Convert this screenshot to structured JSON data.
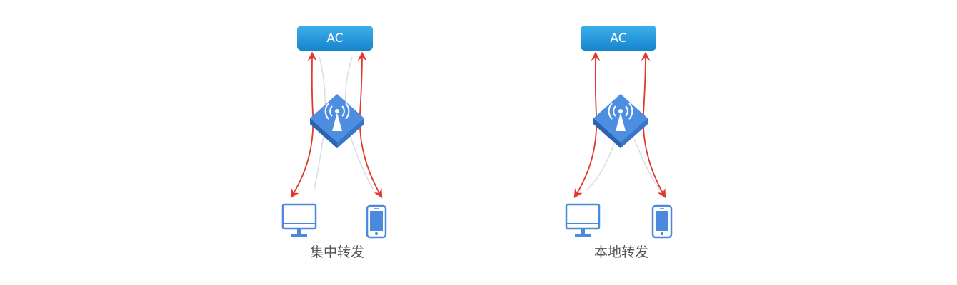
{
  "panels": [
    {
      "controller_label": "AC",
      "caption": "集中转发"
    },
    {
      "controller_label": "AC",
      "caption": "本地转发"
    }
  ],
  "colors": {
    "ac_box_top": "#35a6e6",
    "ac_box_bottom": "#1a88cf",
    "ap_top": "#4e8ee0",
    "ap_side": "#2f6bbd",
    "device_outline": "#4a89dc",
    "arrow_red": "#e03a2f",
    "arrow_gray": "#d9dde3",
    "caption_text": "#555555"
  },
  "icons": {
    "controller": "ac-controller-box",
    "access_point": "wireless-ap-icon",
    "desktop": "desktop-monitor-icon",
    "phone": "smartphone-icon"
  }
}
